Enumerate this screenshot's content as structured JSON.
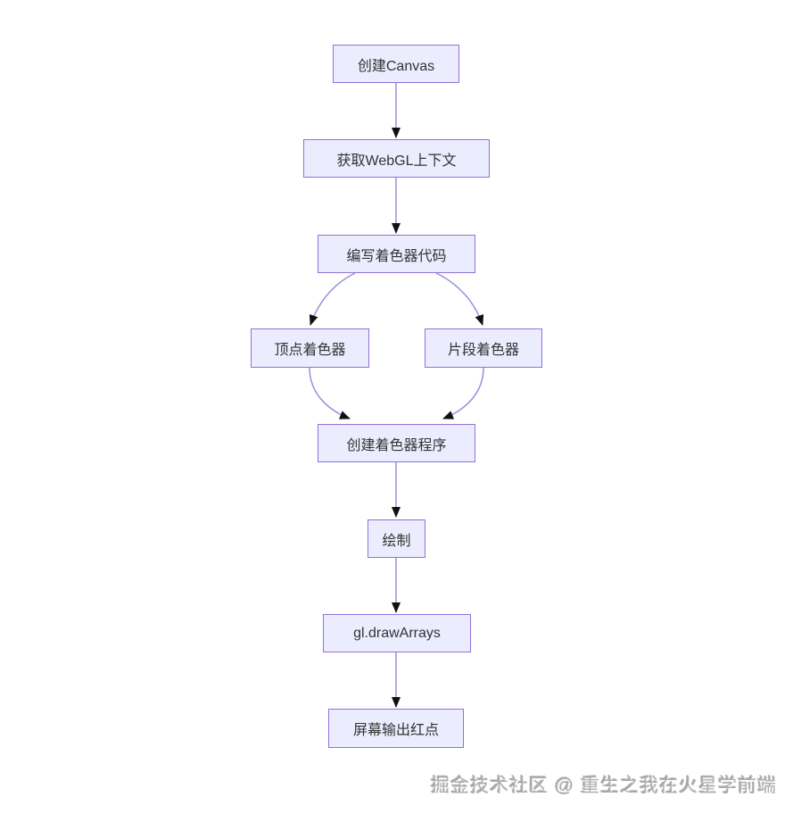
{
  "diagram": {
    "type": "flowchart",
    "direction": "top-down",
    "nodes": [
      {
        "id": "A",
        "label": "创建Canvas"
      },
      {
        "id": "B",
        "label": "获取WebGL上下文"
      },
      {
        "id": "C",
        "label": "编写着色器代码"
      },
      {
        "id": "D",
        "label": "顶点着色器"
      },
      {
        "id": "E",
        "label": "片段着色器"
      },
      {
        "id": "F",
        "label": "创建着色器程序"
      },
      {
        "id": "G",
        "label": "绘制"
      },
      {
        "id": "H",
        "label": "gl.drawArrays"
      },
      {
        "id": "I",
        "label": "屏幕输出红点"
      }
    ],
    "edges": [
      {
        "from": "创建Canvas",
        "to": "获取WebGL上下文"
      },
      {
        "from": "获取WebGL上下文",
        "to": "编写着色器代码"
      },
      {
        "from": "编写着色器代码",
        "to": "顶点着色器"
      },
      {
        "from": "编写着色器代码",
        "to": "片段着色器"
      },
      {
        "from": "顶点着色器",
        "to": "创建着色器程序"
      },
      {
        "from": "片段着色器",
        "to": "创建着色器程序"
      },
      {
        "from": "创建着色器程序",
        "to": "绘制"
      },
      {
        "from": "绘制",
        "to": "gl.drawArrays"
      },
      {
        "from": "gl.drawArrays",
        "to": "屏幕输出红点"
      }
    ],
    "colors": {
      "node_fill": "#ECECFF",
      "node_border": "#9370DB",
      "edge_stroke": "#9a8ede",
      "arrowhead": "#111111",
      "node_text": "#333333",
      "background": "#ffffff"
    }
  },
  "watermark": "掘金技术社区 @ 重生之我在火星学前端"
}
